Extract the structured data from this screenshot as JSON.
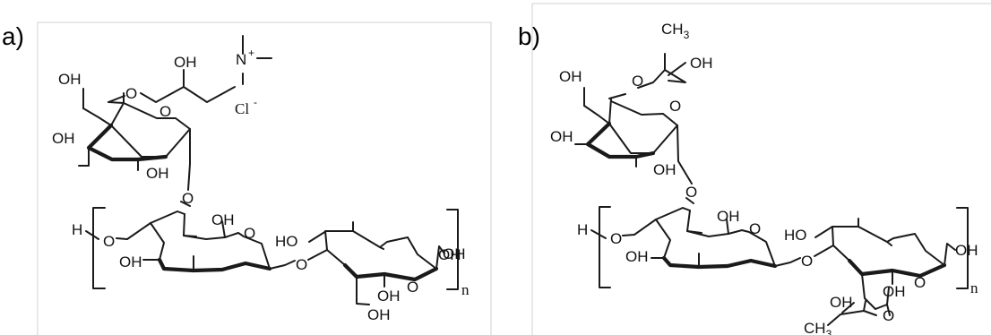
{
  "panels": [
    {
      "tag": "a)",
      "labels": {
        "oh": "OH",
        "ho": "HO",
        "o": "O",
        "h": "H",
        "n": "N",
        "plus": "+",
        "cl": "Cl",
        "cl_minus": "-",
        "sub_n": "n"
      }
    },
    {
      "tag": "b)",
      "labels": {
        "oh": "OH",
        "ho": "HO",
        "o": "O",
        "h": "H",
        "ch3": "CH",
        "three": "3",
        "sub_n": "n",
        "oh_clip": "OH"
      }
    }
  ]
}
